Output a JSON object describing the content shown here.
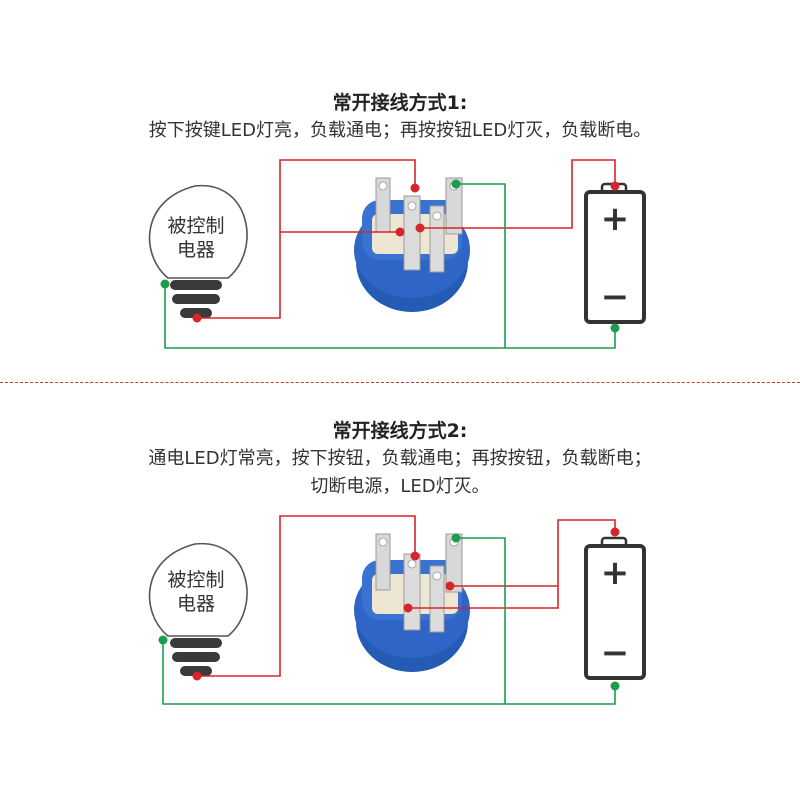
{
  "colors": {
    "live_wire": "#d6252b",
    "neutral_wire": "#1a9e4c",
    "switch_body": "#2e65c6",
    "terminal": "#dcdcdc",
    "divider": "#c0392b"
  },
  "diagram1": {
    "title": "常开接线方式1:",
    "description": "按下按键LED灯亮，负载通电；再按按钮LED灯灭，负载断电。",
    "load_label_line1": "被控制",
    "load_label_line2": "电器",
    "battery_plus": "+",
    "battery_minus": "−"
  },
  "diagram2": {
    "title": "常开接线方式2:",
    "description_line1": "通电LED灯常亮，按下按钮，负载通电；再按按钮，负载断电；",
    "description_line2": "切断电源，LED灯灭。",
    "load_label_line1": "被控制",
    "load_label_line2": "电器",
    "battery_plus": "+",
    "battery_minus": "−"
  }
}
